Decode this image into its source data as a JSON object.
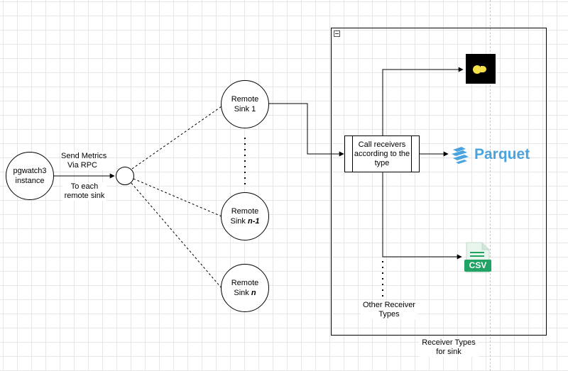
{
  "diagram": {
    "source_node": {
      "line1": "pgwatch3",
      "line2": "instance"
    },
    "edge_label_top": {
      "line1": "Send Metrics",
      "line2": "Via RPC"
    },
    "edge_label_bottom": {
      "line1": "To each",
      "line2": "remote sink"
    },
    "sinks": [
      {
        "line1": "Remote",
        "line2_prefix": "Sink ",
        "line2_suffix": "1"
      },
      {
        "line1": "Remote",
        "line2_prefix": "Sink ",
        "line2_suffix": "n-1"
      },
      {
        "line1": "Remote",
        "line2_prefix": "Sink ",
        "line2_suffix": "n"
      }
    ],
    "process": {
      "label": "Call receivers according to the type"
    },
    "receivers": {
      "parquet": "Parquet",
      "csv": "CSV"
    },
    "other_receivers": {
      "line1": "Other Receiver",
      "line2": "Types"
    },
    "container_caption": {
      "line1": "Receiver Types",
      "line2": "for sink"
    }
  },
  "colors": {
    "parquet_blue": "#4aa3df",
    "csv_green": "#21a366",
    "logo_yellow": "#f7e14a"
  }
}
